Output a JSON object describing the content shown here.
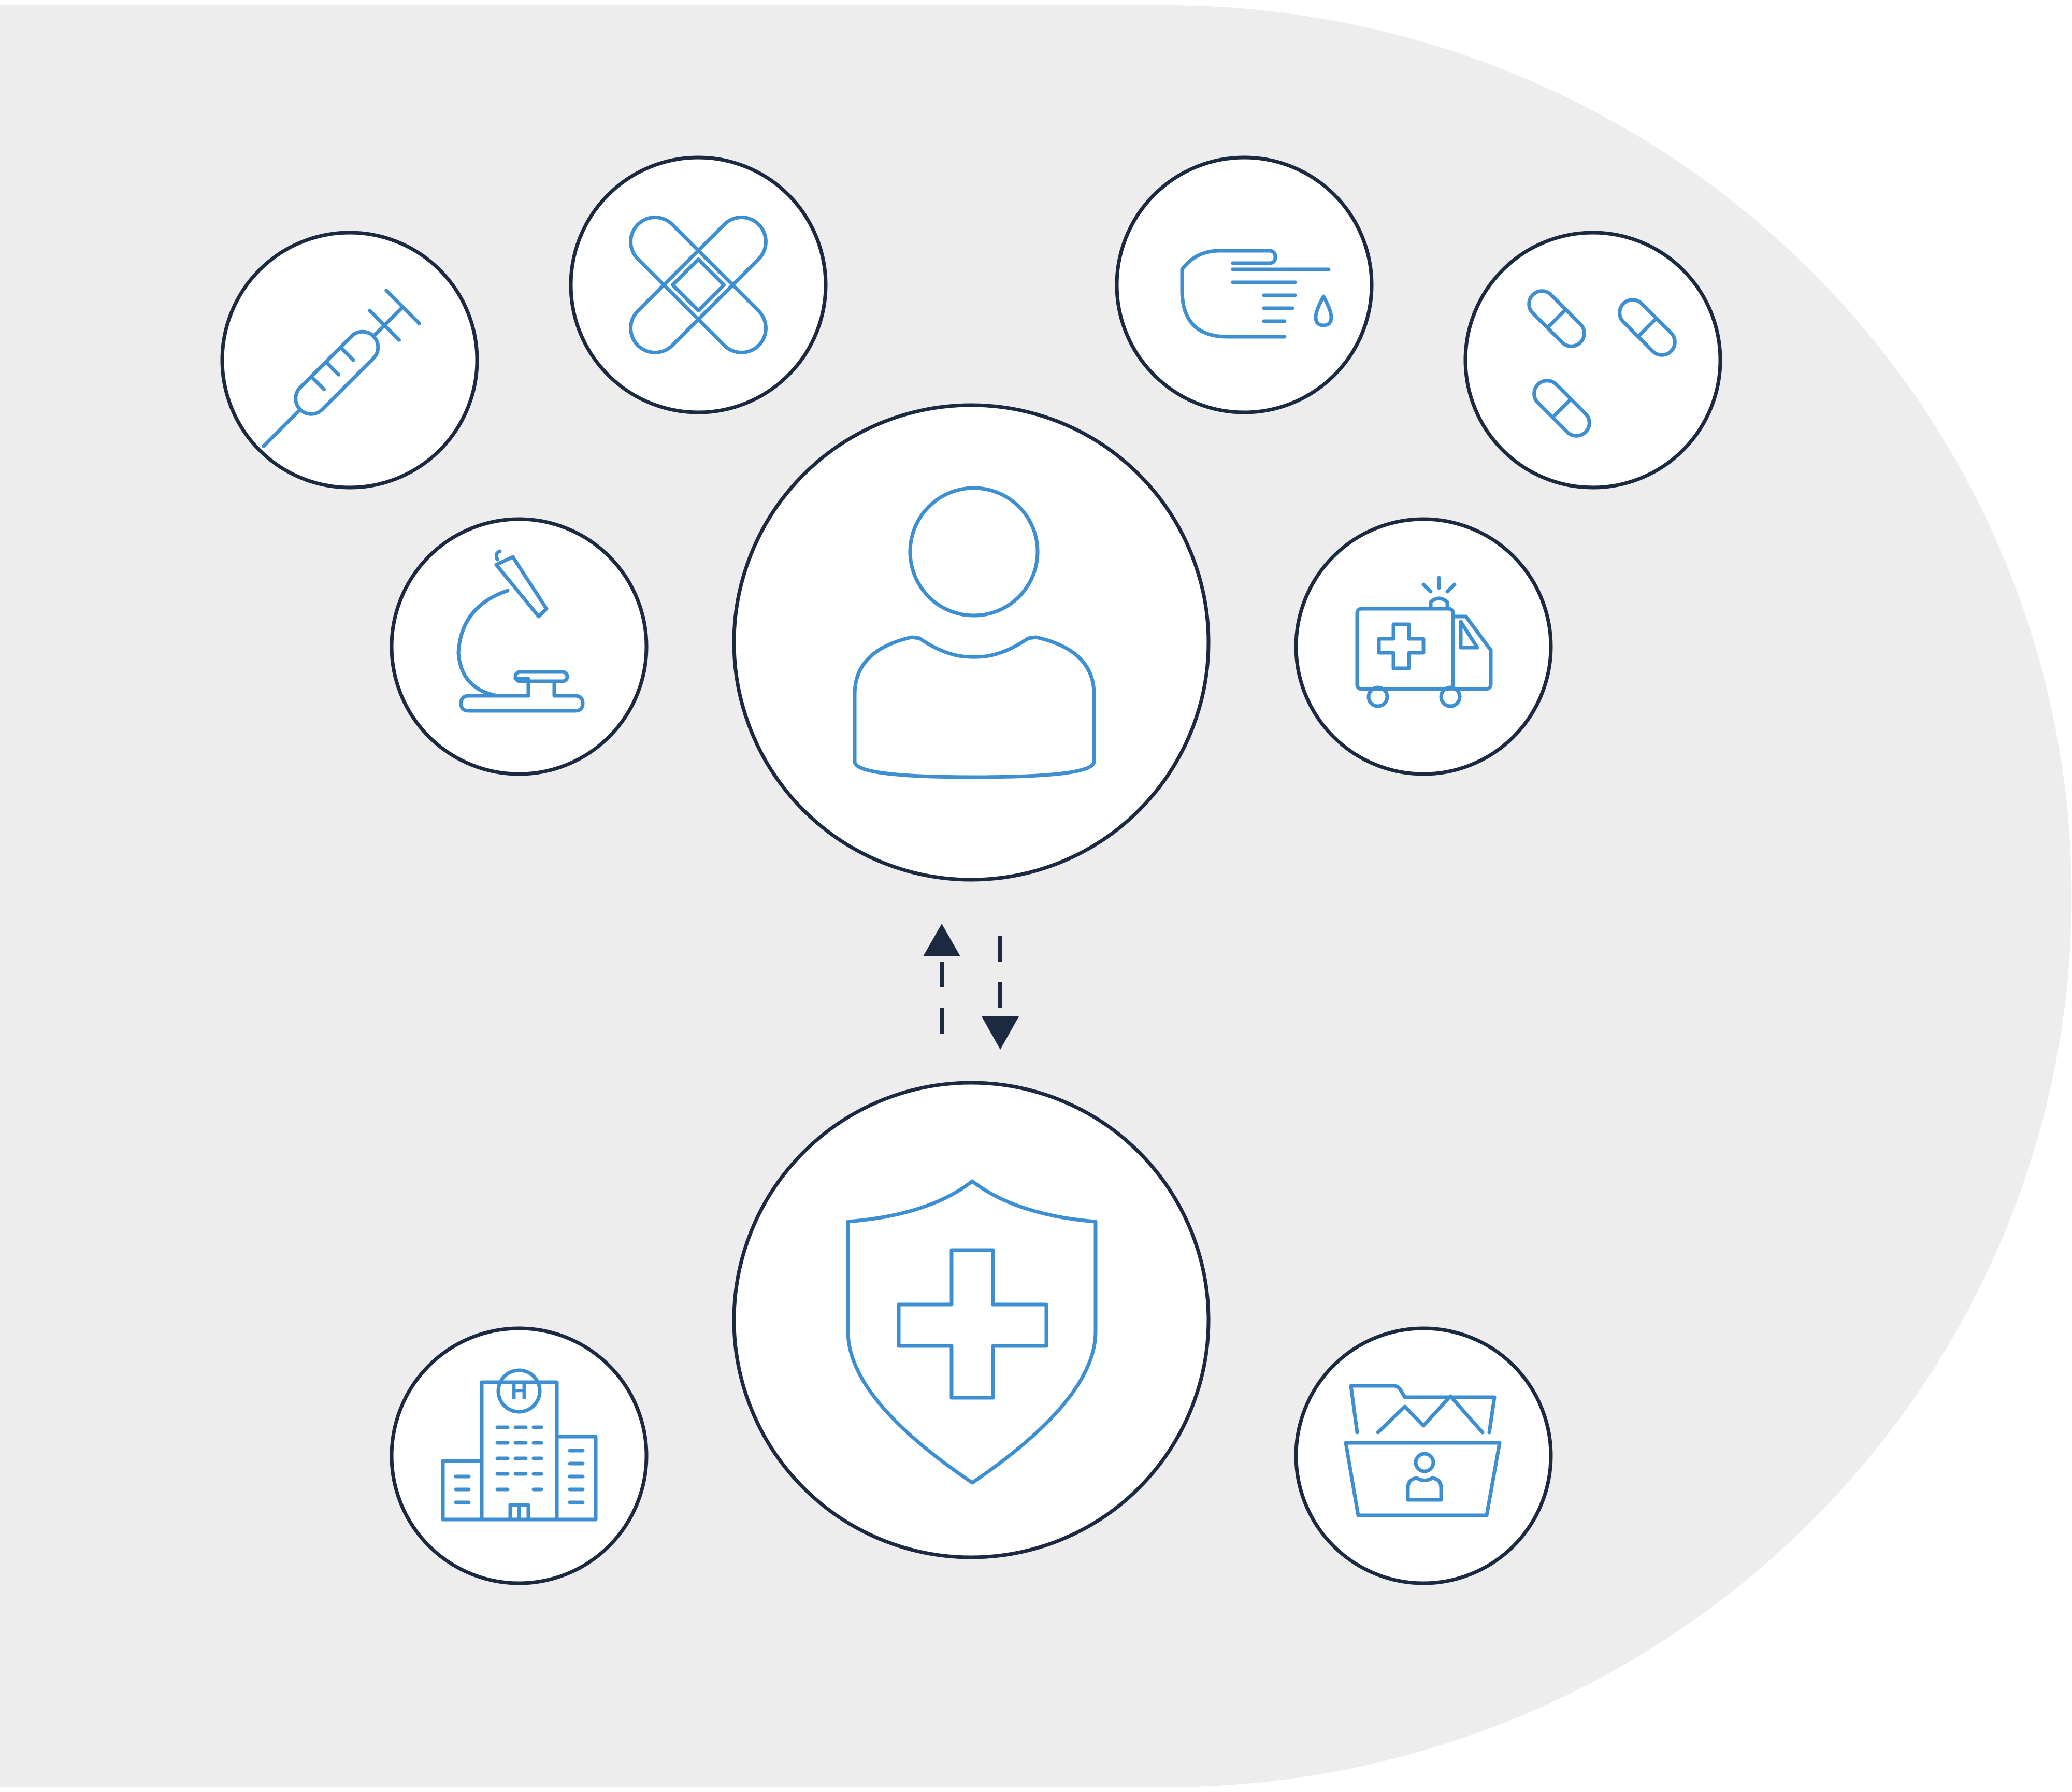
{
  "diagram": {
    "colors": {
      "background_panel": "#ededed",
      "ring_stroke": "#1b2a40",
      "icon_stroke": "#3d8fd1",
      "arrow": "#1b2a40",
      "fill": "#ffffff"
    },
    "nodes": [
      {
        "id": "patient",
        "icon": "person-icon"
      },
      {
        "id": "insurance",
        "icon": "shield-cross-icon"
      },
      {
        "id": "syringe",
        "icon": "syringe-icon"
      },
      {
        "id": "bandage",
        "icon": "bandage-icon"
      },
      {
        "id": "blood-test",
        "icon": "finger-blood-drop-icon"
      },
      {
        "id": "pills",
        "icon": "pills-icon"
      },
      {
        "id": "microscope",
        "icon": "microscope-icon"
      },
      {
        "id": "ambulance",
        "icon": "ambulance-icon"
      },
      {
        "id": "hospital",
        "icon": "hospital-building-icon"
      },
      {
        "id": "records",
        "icon": "patient-records-folder-icon"
      }
    ],
    "connector": {
      "style": "dashed",
      "direction": "bidirectional"
    },
    "hospital_sign_letter": "H"
  }
}
